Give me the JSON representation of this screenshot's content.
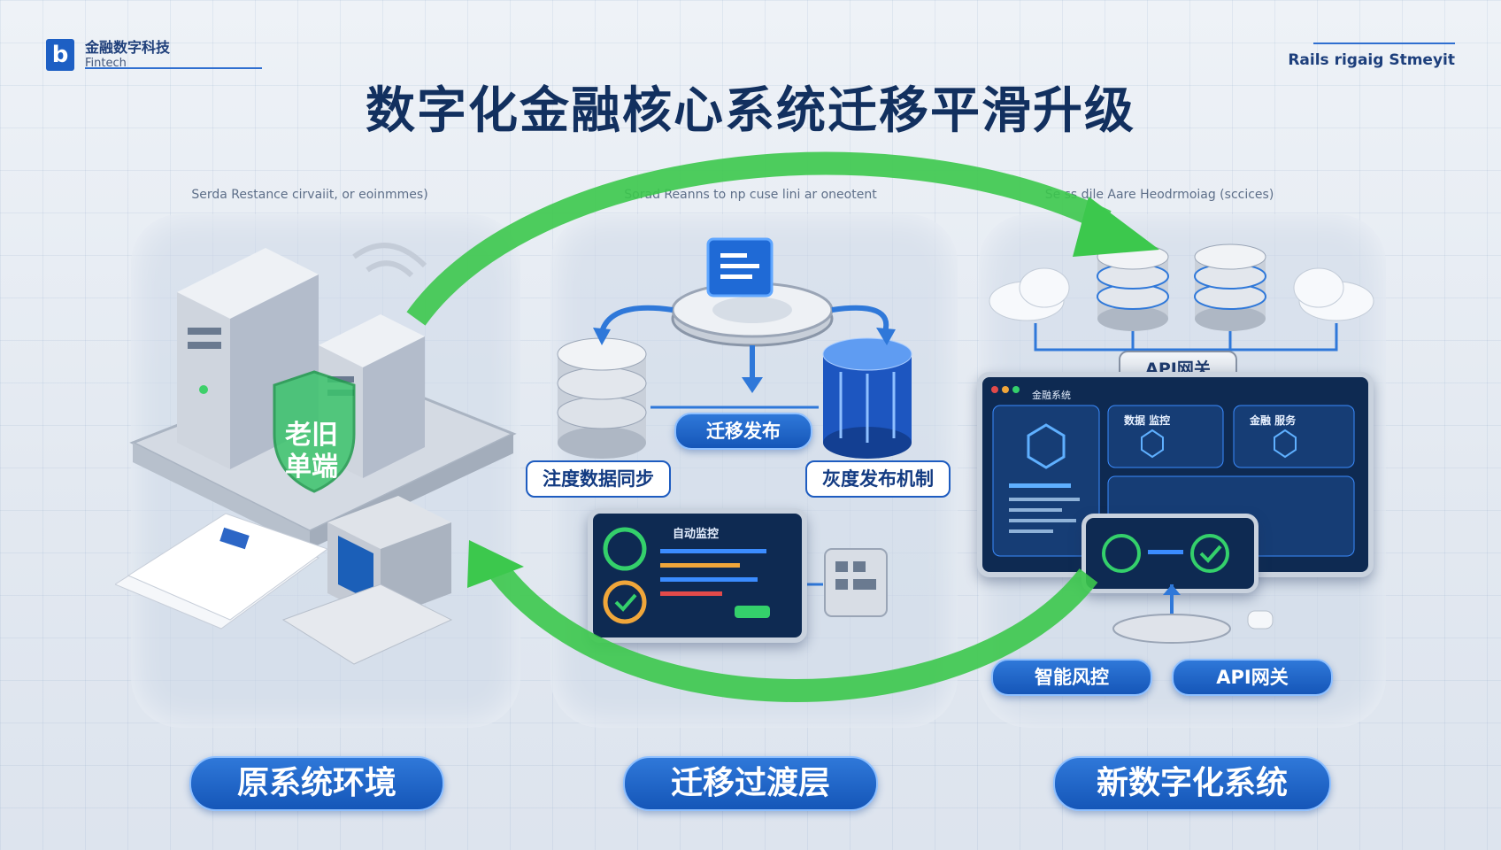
{
  "header": {
    "logo_glyph": "b",
    "logo_line1": "金融数字科技",
    "logo_line2": "Fintech",
    "tagline": "Rails rigaig Stmeyit",
    "title": "数字化金融核心系统迁移平滑升级"
  },
  "columns": [
    {
      "subtitle": "Serda Restance cirvaiit, or eoinmmes)",
      "label": "原系统环境",
      "shield": "老旧\n单端"
    },
    {
      "subtitle": "Sorad Reanns to np cuse lini ar oneotent",
      "label": "迁移过渡层",
      "center_tag": "迁移发布",
      "left_tag": "注度数据同步",
      "right_tag": "灰度发布机制",
      "dash_title": "自动监控"
    },
    {
      "subtitle": "Se ss dile Aare Heodrmoiag (sccices)",
      "label": "新数字化系统",
      "gateway": "API网关",
      "btn_risk": "智能风控",
      "btn_api": "API网关",
      "scr_title": "金融系统",
      "card1": "数据 监控",
      "card2": "金融 服务"
    }
  ],
  "colors": {
    "accent": "#1d5fc4",
    "arrow": "#39c24a",
    "title": "#12305f"
  }
}
